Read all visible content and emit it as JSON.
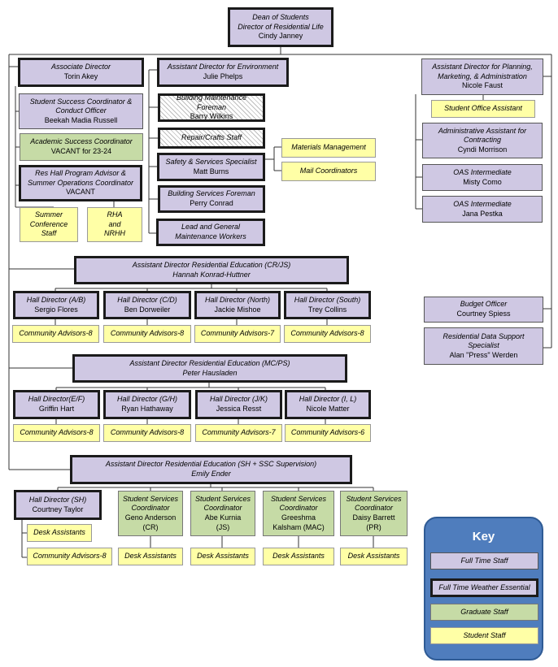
{
  "dean": {
    "title": "Dean of Students",
    "subtitle": "Director of Residential Life",
    "name": "Cindy Janney"
  },
  "assoc_dir": {
    "title": "Associate Director",
    "name": "Torin Akey"
  },
  "ssc": {
    "title1": "Student Success Coordinator &",
    "title2": "Conduct Officer",
    "name": "Beekah Madia Russell"
  },
  "asc": {
    "title": "Academic Success Coordinator",
    "name": "VACANT for 23-24"
  },
  "rhpa": {
    "title1": "Res Hall Program Advisor &",
    "title2": "Summer Operations Coordinator",
    "name": "VACANT"
  },
  "summer_conf": {
    "l1": "Summer",
    "l2": "Conference",
    "l3": "Staff"
  },
  "rha": {
    "l1": "RHA",
    "l2": "and",
    "l3": "NRHH"
  },
  "ad_env": {
    "title": "Assistant Director for Environment",
    "name": "Julie Phelps"
  },
  "bmf": {
    "title": "Building Maintenance Foreman",
    "name": "Barry Wilkins"
  },
  "repair": {
    "title": "Repair/Crafts Staff"
  },
  "safety": {
    "title": "Safety & Services Specialist",
    "name": "Matt Burns"
  },
  "bsf": {
    "title": "Building Services Foreman",
    "name": "Perry Conrad"
  },
  "lead": {
    "l1": "Lead and General",
    "l2": "Maintenance Workers"
  },
  "materials": {
    "title": "Materials Management"
  },
  "mail": {
    "title": "Mail Coordinators"
  },
  "ad_plan": {
    "title1": "Assistant Director for Planning,",
    "title2": "Marketing, & Administration",
    "name": "Nicole Faust"
  },
  "soa": {
    "title": "Student Office Assistant"
  },
  "aa": {
    "title1": "Administrative Assistant for",
    "title2": "Contracting",
    "name": "Cyndi Morrison"
  },
  "oas1": {
    "title": "OAS Intermediate",
    "name": "Misty Como"
  },
  "oas2": {
    "title": "OAS Intermediate",
    "name": "Jana Pestka"
  },
  "budget": {
    "title": "Budget Officer",
    "name": "Courtney Spiess"
  },
  "rds": {
    "title1": "Residential Data Support",
    "title2": "Specialist",
    "name": "Alan \"Press\" Werden"
  },
  "ad_cr": {
    "title": "Assistant Director Residential Education (CR/JS)",
    "name": "Hannah Konrad-Huttner"
  },
  "hd_ab": {
    "title": "Hall Director (A/B)",
    "name": "Sergio Flores"
  },
  "hd_cd": {
    "title": "Hall Director (C/D)",
    "name": "Ben Dorweiler"
  },
  "hd_north": {
    "title": "Hall Director (North)",
    "name": "Jackie Mishoe"
  },
  "hd_south": {
    "title": "Hall Director (South)",
    "name": "Trey Collins"
  },
  "ca_1": "Community Advisors-8",
  "ca_2": "Community Advisors-8",
  "ca_3": "Community Advisors-7",
  "ca_4": "Community Advisors-8",
  "ad_mc": {
    "title": "Assistant Director Residential Education (MC/PS)",
    "name": "Peter Hausladen"
  },
  "hd_ef": {
    "title": "Hall Director(E/F)",
    "name": "Griffin Hart"
  },
  "hd_gh": {
    "title": "Hall Director (G/H)",
    "name": "Ryan Hathaway"
  },
  "hd_jk": {
    "title": "Hall Director (J/K)",
    "name": "Jessica Resst"
  },
  "hd_il": {
    "title": "Hall Director (I, L)",
    "name": "Nicole Matter"
  },
  "ca_5": "Community Advisors-8",
  "ca_6": "Community Advisors-8",
  "ca_7": "Community Advisors-7",
  "ca_8": "Community Advisors-6",
  "ad_sh": {
    "title": "Assistant Director Residential Education (SH + SSC Supervision)",
    "name": "Emily Ender"
  },
  "hd_sh": {
    "title": "Hall Director (SH)",
    "name": "Courtney Taylor"
  },
  "sh_desk": "Desk Assistants",
  "sh_ca": "Community Advisors-8",
  "ssc_list": [
    {
      "title": "Student Services",
      "sub": "Coordinator",
      "name": "Geno Anderson",
      "hall": "(CR)",
      "desk": "Desk Assistants"
    },
    {
      "title": "Student Services",
      "sub": "Coordinator",
      "name": "Abe Kurnia",
      "hall": "(JS)",
      "desk": "Desk Assistants"
    },
    {
      "title": "Student Services",
      "sub": "Coordinator",
      "name": "Greeshma",
      "hall": "Kalsham (MAC)",
      "desk": "Desk Assistants"
    },
    {
      "title": "Student Services",
      "sub": "Coordinator",
      "name": "Daisy Barrett",
      "hall": "(PR)",
      "desk": "Desk Assistants"
    }
  ],
  "key": {
    "title": "Key",
    "items": [
      "Full Time Staff",
      "Full Time Weather Essential",
      "Graduate Staff",
      "Student Staff"
    ]
  },
  "colors": {
    "full_time": "#cfc8e3",
    "graduate": "#c6dba6",
    "student": "#ffffa6",
    "key_bg": "#4f7dbd"
  }
}
